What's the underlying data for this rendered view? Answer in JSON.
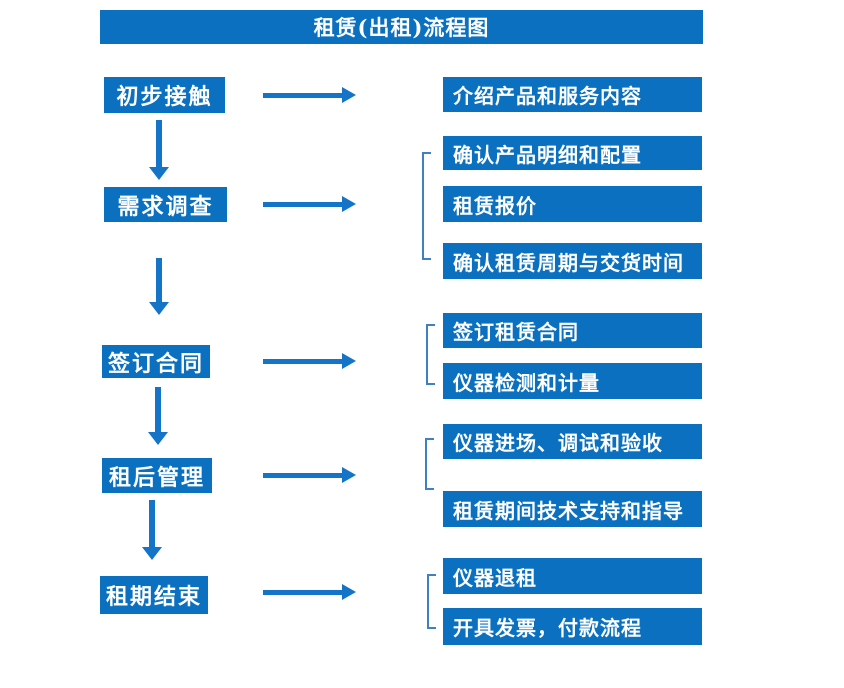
{
  "title": "租赁(出租)流程图",
  "colors": {
    "box_blue": "#0a70bf",
    "arrow_blue": "#1374c8",
    "bracket_blue": "#4080c0",
    "text_white": "#ffffff",
    "background": "#ffffff"
  },
  "flow": {
    "steps": [
      {
        "label": "初步接触",
        "outputs": [
          "介绍产品和服务内容"
        ]
      },
      {
        "label": "需求调查",
        "outputs": [
          "确认产品明细和配置",
          "租赁报价",
          "确认租赁周期与交货时间"
        ]
      },
      {
        "label": "签订合同",
        "outputs": [
          "签订租赁合同",
          "仪器检测和计量"
        ]
      },
      {
        "label": "租后管理",
        "outputs": [
          "仪器进场、调试和验收",
          "租赁期间技术支持和指导"
        ]
      },
      {
        "label": "租期结束",
        "outputs": [
          "仪器退租",
          "开具发票，付款流程"
        ]
      }
    ]
  }
}
